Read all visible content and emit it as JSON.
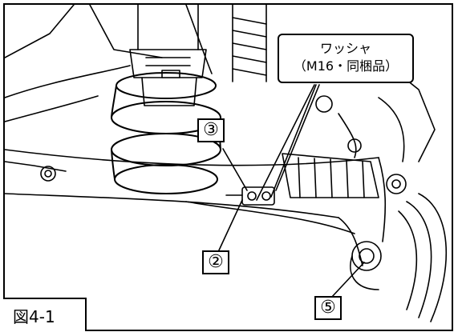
{
  "figure_label": "図4-1",
  "washer_callout": {
    "line1": "ワッシャ",
    "line2": "（M16・同梱品）"
  },
  "markers": {
    "m3": "③",
    "m2": "②",
    "m5": "⑤"
  }
}
